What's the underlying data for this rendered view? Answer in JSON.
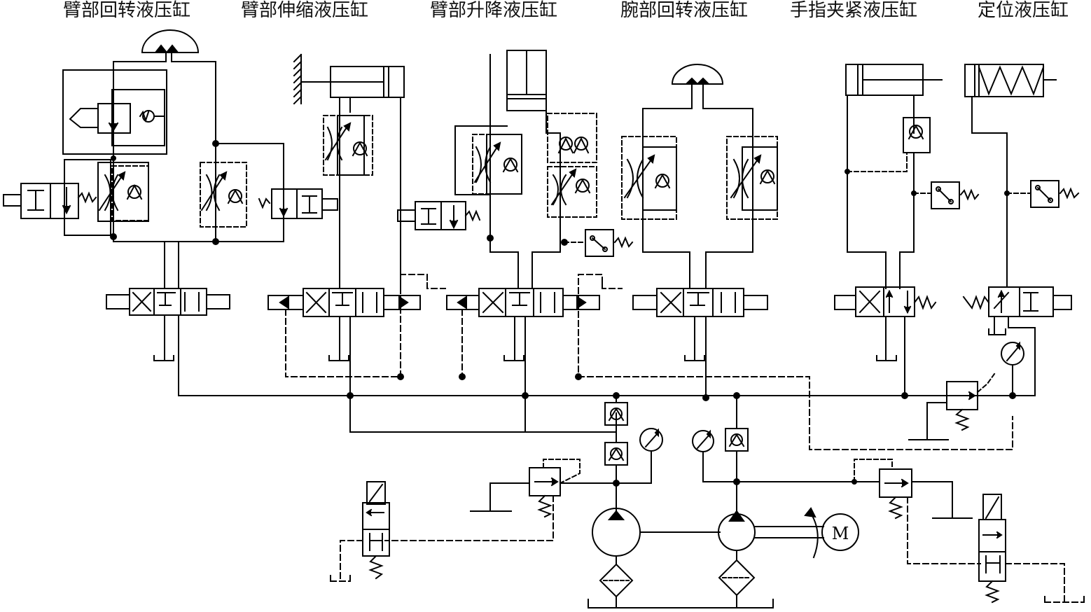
{
  "titles": {
    "arm_rotate": "臂部回转液压缸",
    "arm_telescope": "臂部伸缩液压缸",
    "arm_lift": "臂部升降液压缸",
    "wrist_rotate": "腕部回转液压缸",
    "finger_clamp": "手指夹紧液压缸",
    "positioning": "定位液压缸"
  },
  "motor_label": "M"
}
